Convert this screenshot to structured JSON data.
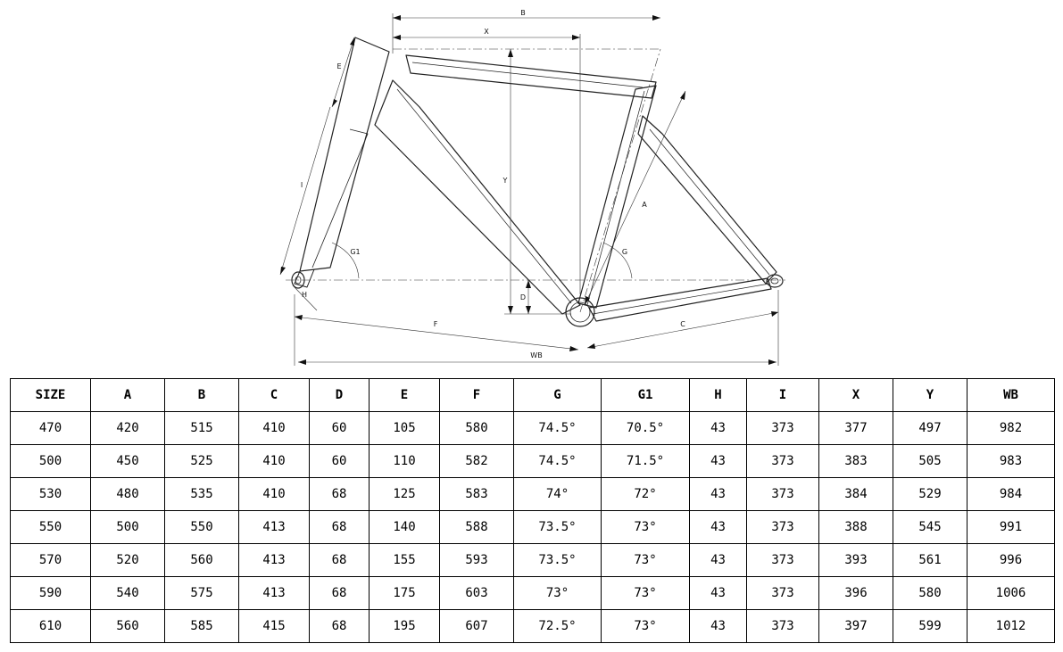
{
  "diagram": {
    "labels": {
      "A": "A",
      "B": "B",
      "C": "C",
      "D": "D",
      "E": "E",
      "F": "F",
      "G": "G",
      "G1": "G1",
      "H": "H",
      "I": "I",
      "X": "X",
      "Y": "Y",
      "WB": "WB"
    }
  },
  "table": {
    "headers": [
      "SIZE",
      "A",
      "B",
      "C",
      "D",
      "E",
      "F",
      "G",
      "G1",
      "H",
      "I",
      "X",
      "Y",
      "WB"
    ],
    "rows": [
      [
        "470",
        "420",
        "515",
        "410",
        "60",
        "105",
        "580",
        "74.5°",
        "70.5°",
        "43",
        "373",
        "377",
        "497",
        "982"
      ],
      [
        "500",
        "450",
        "525",
        "410",
        "60",
        "110",
        "582",
        "74.5°",
        "71.5°",
        "43",
        "373",
        "383",
        "505",
        "983"
      ],
      [
        "530",
        "480",
        "535",
        "410",
        "68",
        "125",
        "583",
        "74°",
        "72°",
        "43",
        "373",
        "384",
        "529",
        "984"
      ],
      [
        "550",
        "500",
        "550",
        "413",
        "68",
        "140",
        "588",
        "73.5°",
        "73°",
        "43",
        "373",
        "388",
        "545",
        "991"
      ],
      [
        "570",
        "520",
        "560",
        "413",
        "68",
        "155",
        "593",
        "73.5°",
        "73°",
        "43",
        "373",
        "393",
        "561",
        "996"
      ],
      [
        "590",
        "540",
        "575",
        "413",
        "68",
        "175",
        "603",
        "73°",
        "73°",
        "43",
        "373",
        "396",
        "580",
        "1006"
      ],
      [
        "610",
        "560",
        "585",
        "415",
        "68",
        "195",
        "607",
        "72.5°",
        "73°",
        "43",
        "373",
        "397",
        "599",
        "1012"
      ]
    ]
  }
}
